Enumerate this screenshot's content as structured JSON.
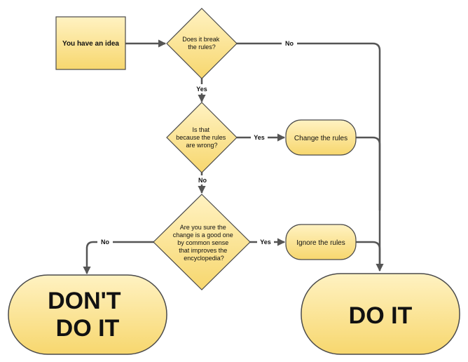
{
  "colors": {
    "node_fill_top": "#fff2c2",
    "node_fill_bottom": "#f7d76e",
    "node_stroke": "#4a4a4a",
    "edge": "#555555"
  },
  "nodes": {
    "idea": "You have an idea",
    "q_break": [
      "Does it break",
      "the rules?"
    ],
    "q_wrong": [
      "Is that",
      "because the rules",
      "are wrong?"
    ],
    "q_sure": [
      "Are you sure the",
      "change is a good one",
      "by common sense",
      "that improves the",
      "encyclopedia?"
    ],
    "change_rules": "Change the rules",
    "ignore_rules": "Ignore the rules",
    "dont_do_it": [
      "DON'T",
      "DO IT"
    ],
    "do_it": "DO IT"
  },
  "edges": {
    "break_no": "No",
    "break_yes": "Yes",
    "wrong_yes": "Yes",
    "wrong_no": "No",
    "sure_no": "No",
    "sure_yes": "Yes"
  }
}
